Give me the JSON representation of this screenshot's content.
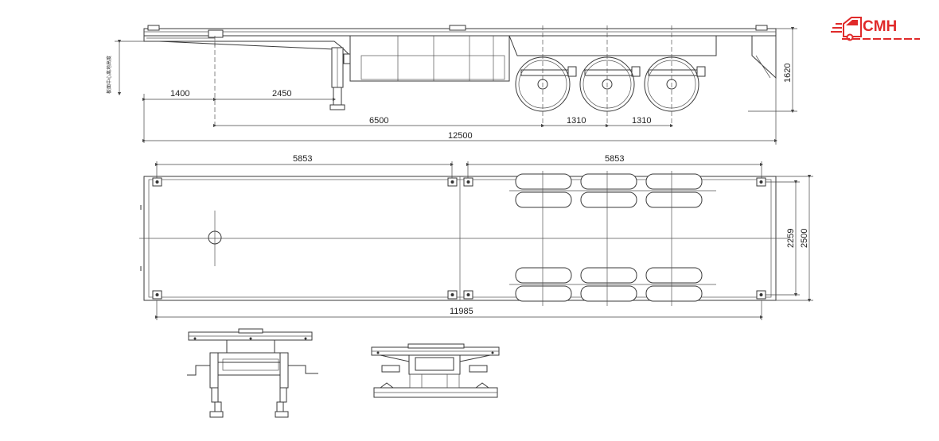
{
  "brand": {
    "name": "CMH",
    "color": "#e02a2a"
  },
  "side_view": {
    "note": "板面中心离地高度",
    "dims": {
      "d1400": "1400",
      "d2450": "2450",
      "d6500": "6500",
      "d1310a": "1310",
      "d1310b": "1310",
      "d12500": "12500",
      "h1620": "1620"
    }
  },
  "top_view": {
    "dims": {
      "d5853a": "5853",
      "d5853b": "5853",
      "d11985": "11985",
      "w2259": "2259",
      "w2500": "2500"
    }
  }
}
